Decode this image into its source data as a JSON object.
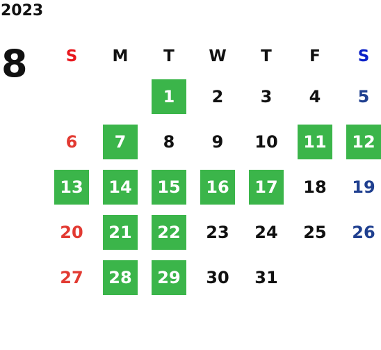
{
  "calendar": {
    "year": "2023",
    "month": "8",
    "weekdays": [
      "S",
      "M",
      "T",
      "W",
      "T",
      "F",
      "S"
    ],
    "colors": {
      "highlight": "#3bb54a",
      "sunday_header": "#e8171d",
      "saturday_header": "#0a20c8",
      "sunday_day": "#e23a32",
      "saturday_day": "#1f3f8f",
      "default": "#111111"
    },
    "weeks": [
      [
        {
          "d": "",
          "hl": false
        },
        {
          "d": "",
          "hl": false
        },
        {
          "d": "1",
          "hl": true
        },
        {
          "d": "2",
          "hl": false
        },
        {
          "d": "3",
          "hl": false
        },
        {
          "d": "4",
          "hl": false
        },
        {
          "d": "5",
          "hl": false
        }
      ],
      [
        {
          "d": "6",
          "hl": false
        },
        {
          "d": "7",
          "hl": true
        },
        {
          "d": "8",
          "hl": false
        },
        {
          "d": "9",
          "hl": false
        },
        {
          "d": "10",
          "hl": false
        },
        {
          "d": "11",
          "hl": true
        },
        {
          "d": "12",
          "hl": true
        }
      ],
      [
        {
          "d": "13",
          "hl": true
        },
        {
          "d": "14",
          "hl": true
        },
        {
          "d": "15",
          "hl": true
        },
        {
          "d": "16",
          "hl": true
        },
        {
          "d": "17",
          "hl": true
        },
        {
          "d": "18",
          "hl": false
        },
        {
          "d": "19",
          "hl": false
        }
      ],
      [
        {
          "d": "20",
          "hl": false
        },
        {
          "d": "21",
          "hl": true
        },
        {
          "d": "22",
          "hl": true
        },
        {
          "d": "23",
          "hl": false
        },
        {
          "d": "24",
          "hl": false
        },
        {
          "d": "25",
          "hl": false
        },
        {
          "d": "26",
          "hl": false
        }
      ],
      [
        {
          "d": "27",
          "hl": false
        },
        {
          "d": "28",
          "hl": true
        },
        {
          "d": "29",
          "hl": true
        },
        {
          "d": "30",
          "hl": false
        },
        {
          "d": "31",
          "hl": false
        },
        {
          "d": "",
          "hl": false
        },
        {
          "d": "",
          "hl": false
        }
      ]
    ]
  }
}
